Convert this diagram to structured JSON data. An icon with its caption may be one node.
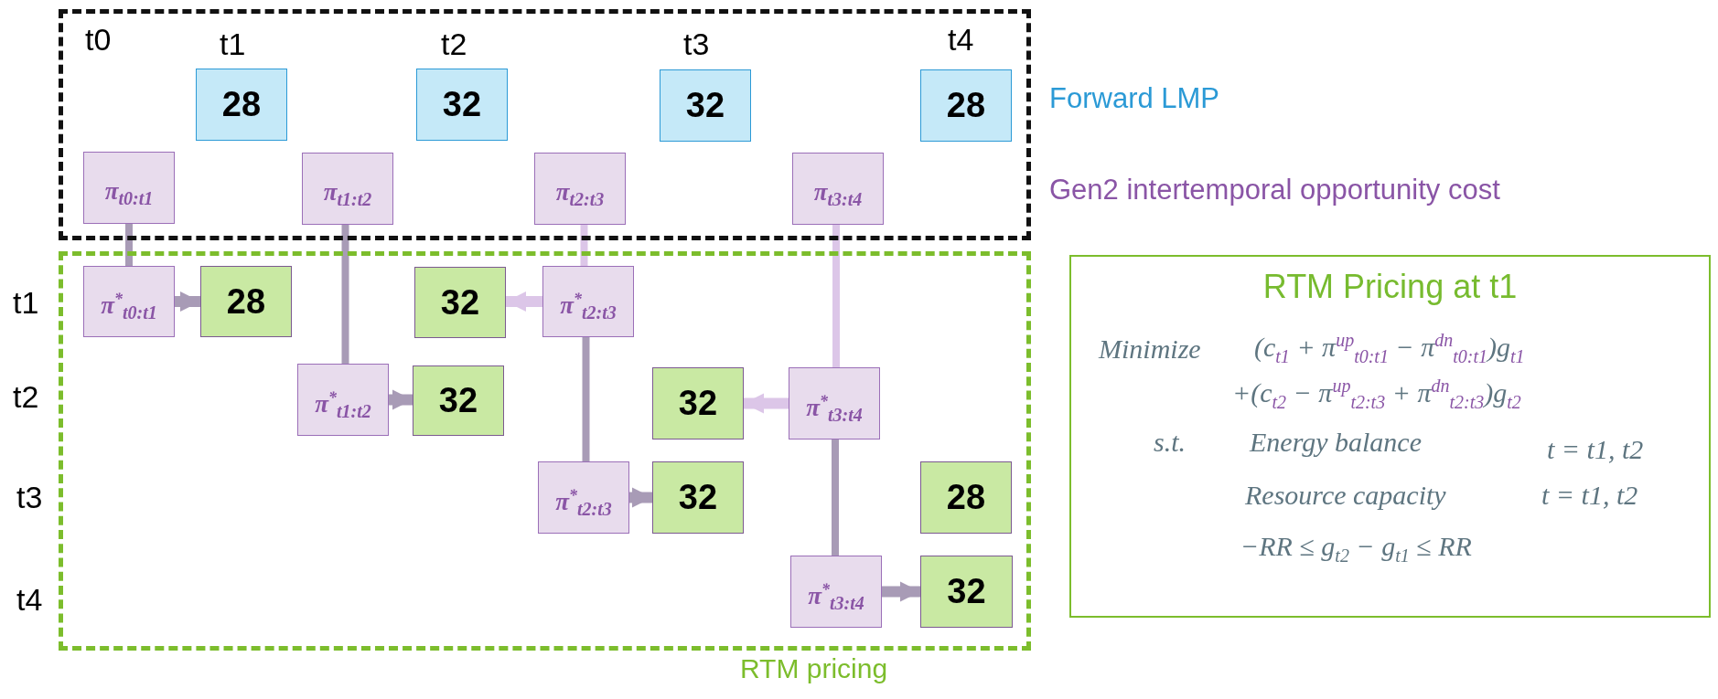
{
  "diagram": {
    "nodes": [
      {
        "text": [],
        "shape": "box"
      },
      {
        "text": [
          "28"
        ],
        "in": 0
      },
      {
        "text": [
          "32"
        ],
        "in": 0
      },
      {
        "text": [
          "32"
        ],
        "in": 0
      },
      {
        "text": [
          "28"
        ],
        "in": 0
      },
      {
        "text": [
          "π$_{t0:t1}$"
        ],
        "in": 0
      },
      {
        "text": [
          "π$_{t1:t2}$"
        ],
        "in": 0
      },
      {
        "text": [
          "π$_{t2:t3}$"
        ],
        "in": 0
      },
      {
        "text": [
          "π$_{t3:t4}$"
        ],
        "in": 0
      },
      {
        "text": [
          "RTM pricing"
        ]
      },
      {
        "text": [
          "π$^{*}$$_{t0:t1}$"
        ],
        "in": 9
      },
      {
        "text": [
          "28"
        ],
        "in": 9
      },
      {
        "text": [
          "32"
        ],
        "in": 9
      },
      {
        "text": [
          "π$^{*}$$_{t2:t3}$"
        ],
        "in": 9
      },
      {
        "text": [
          "π$^{*}$$_{t1:t2}$"
        ],
        "in": 9
      },
      {
        "text": [
          "32"
        ],
        "in": 9
      },
      {
        "text": [
          "32"
        ],
        "in": 9
      },
      {
        "text": [
          "π$^{*}$$_{t3:t4}$"
        ],
        "in": 9
      },
      {
        "text": [
          "π$^{*}$$_{t2:t3}$"
        ],
        "in": 9
      },
      {
        "text": [
          "32"
        ],
        "in": 9
      },
      {
        "text": [
          "28"
        ],
        "in": 9
      },
      {
        "text": [
          "π$^{*}$$_{t3:t4}$"
        ],
        "in": 9
      },
      {
        "text": [
          "32"
        ],
        "in": 9
      },
      {
        "text": [
          "RTM Pricing at t1",
          "Minimize",
          "(c$_{t1}$ + π$^{up}$$_{t0:t1}$ − π$^{dn}$$_{t0:t1}$)g$_{t1}$",
          "+(c$_{t2}$ − π$^{up}$$_{t2:t3}$ + π$^{dn}$$_{t2:t3}$)g$_{t2}$",
          "s.t.",
          "Energy balance",
          "t = t1, t2",
          "Resource capacity",
          "t = t1, t2",
          "−RR ≤ g$_{t2}$ − g$_{t1}$ ≤ RR"
        ]
      }
    ],
    "edges": [
      {
        "from": 5,
        "to": 10,
        "arrow": "none"
      },
      {
        "from": 6,
        "to": 14,
        "arrow": "none"
      },
      {
        "from": 7,
        "to": 13,
        "arrow": "none",
        "color": "#dcc6e8"
      },
      {
        "from": 13,
        "to": 18,
        "arrow": "none"
      },
      {
        "from": 8,
        "to": 17,
        "arrow": "none",
        "color": "#dcc6e8"
      },
      {
        "from": 17,
        "to": 21,
        "arrow": "none"
      },
      {
        "from": 10,
        "to": 11,
        "arrow": "to"
      },
      {
        "from": 13,
        "to": 12,
        "arrow": "to",
        "color": "#dcc6e8"
      },
      {
        "from": 14,
        "to": 15,
        "arrow": "to"
      },
      {
        "from": 17,
        "to": 16,
        "arrow": "to",
        "color": "#dcc6e8"
      },
      {
        "from": 18,
        "to": 19,
        "arrow": "to"
      },
      {
        "from": 21,
        "to": 22,
        "arrow": "to"
      }
    ],
    "labels": [
      "t0",
      "t1",
      "t2",
      "t3",
      "t4",
      "Forward LMP",
      "Gen2 intertemporal opportunity cost",
      "t1",
      "t2",
      "t3",
      "t4"
    ]
  }
}
